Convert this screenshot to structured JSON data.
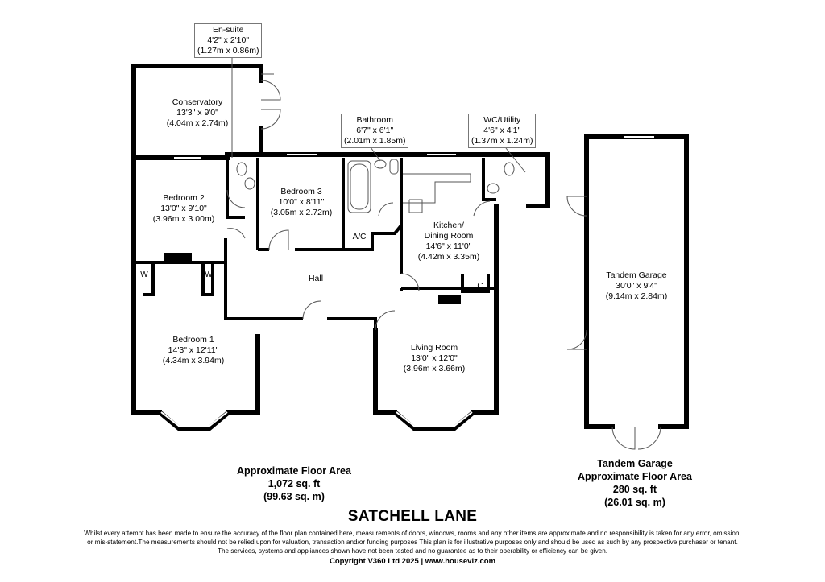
{
  "rooms": {
    "ensuite": {
      "name": "En-suite",
      "imperial": "4'2\" x 2'10\"",
      "metric": "(1.27m x 0.86m)"
    },
    "conservatory": {
      "name": "Conservatory",
      "imperial": "13'3\" x 9'0\"",
      "metric": "(4.04m x 2.74m)"
    },
    "bathroom": {
      "name": "Bathroom",
      "imperial": "6'7\" x 6'1\"",
      "metric": "(2.01m x 1.85m)"
    },
    "wc_utility": {
      "name": "WC/Utility",
      "imperial": "4'6\" x 4'1\"",
      "metric": "(1.37m x 1.24m)"
    },
    "bedroom2": {
      "name": "Bedroom 2",
      "imperial": "13'0\" x 9'10\"",
      "metric": "(3.96m x 3.00m)"
    },
    "bedroom3": {
      "name": "Bedroom 3",
      "imperial": "10'0\" x 8'11\"",
      "metric": "(3.05m x 2.72m)"
    },
    "kitchen": {
      "name_line1": "Kitchen/",
      "name_line2": "Dining Room",
      "imperial": "14'6\" x 11'0\"",
      "metric": "(4.42m x 3.35m)"
    },
    "hall": {
      "name": "Hall"
    },
    "bedroom1": {
      "name": "Bedroom 1",
      "imperial": "14'3\" x 12'11\"",
      "metric": "(4.34m x 3.94m)"
    },
    "living": {
      "name": "Living Room",
      "imperial": "13'0\" x 12'0\"",
      "metric": "(3.96m x 3.66m)"
    },
    "garage": {
      "name": "Tandem Garage",
      "imperial": "30'0\" x 9'4\"",
      "metric": "(9.14m x 2.84m)"
    }
  },
  "fixtures": {
    "ac": "A/C",
    "wardrobe_left": "W",
    "wardrobe_right": "W",
    "cupboard": "C"
  },
  "floor_area": {
    "line1": "Approximate Floor Area",
    "line2": "1,072 sq. ft",
    "line3": "(99.63 sq. m)"
  },
  "garage_area": {
    "line1": "Tandem Garage",
    "line2": "Approximate Floor Area",
    "line3": "280 sq. ft",
    "line4": "(26.01 sq. m)"
  },
  "address": "SATCHELL LANE",
  "disclaimer": {
    "line1": "Whilst every attempt has been made to ensure the accuracy of the floor plan contained here, measurements of doors, windows, rooms and any other items are approximate and no responsibility is taken for any error, omission,",
    "line2": "or mis-statement.The measurements should not be relied upon for valuation, transaction and/or funding purposes This plan is for illustrative purposes only and should be used as such by any prospective purchaser or tenant.",
    "line3": "The services, systems and appliances shown have not been tested and no guarantee as to their operability or efficiency can be given."
  },
  "copyright": "Copyright V360 Ltd 2025 | www.houseviz.com",
  "colors": {
    "wall": "#000000",
    "window": "#ffffff",
    "thin_line": "#555555",
    "background": "#ffffff"
  }
}
